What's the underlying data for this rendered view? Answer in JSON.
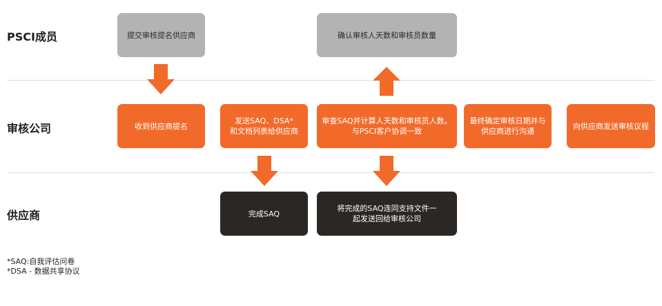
{
  "lanes": {
    "psci": "PSCI成员",
    "audit": "审核公司",
    "supplier": "供应商"
  },
  "boxes": {
    "submit_suppliers": "提交审核提名供应商",
    "confirm_days": "确认审核人天数和审核员数量",
    "receive_nomination": "收到供应商提名",
    "send_saq": "发送SAQ、DSA*\n和文档列表给供应商",
    "review_saq": "审查SAQ并计算人天数和审核员人数。\n与PSCI客户协调一致",
    "confirm_date": "最终确定审核日期并与\n供应商进行沟通",
    "send_agenda": "向供应商发送审核议程",
    "complete_saq": "完成SAQ",
    "return_saq": "将完成的SAQ连同支持文件一\n起发送回给审核公司"
  },
  "notes": {
    "saq": "*SAQ:自我评估问卷",
    "dsa": "*DSA - 数据共享协议"
  },
  "colors": {
    "psci_box": "#b3b3b3",
    "audit_box": "#f26a2a",
    "supplier_box": "#2b2724",
    "arrow": "#f26a2a"
  }
}
